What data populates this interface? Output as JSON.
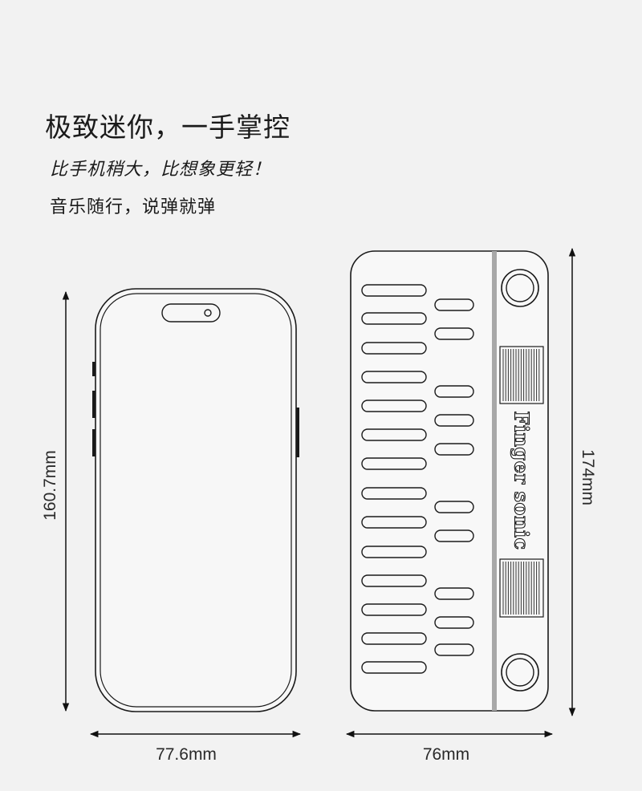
{
  "headline": "极致迷你，一手掌控",
  "subline1": "比手机稍大，比想象更轻！",
  "subline2": "音乐随行，说弹就弹",
  "phone": {
    "height_label": "160.7mm",
    "width_label": "77.6mm"
  },
  "keyboard": {
    "brand_text": "Finger sonic",
    "height_label": "174mm",
    "width_label": "76mm"
  }
}
